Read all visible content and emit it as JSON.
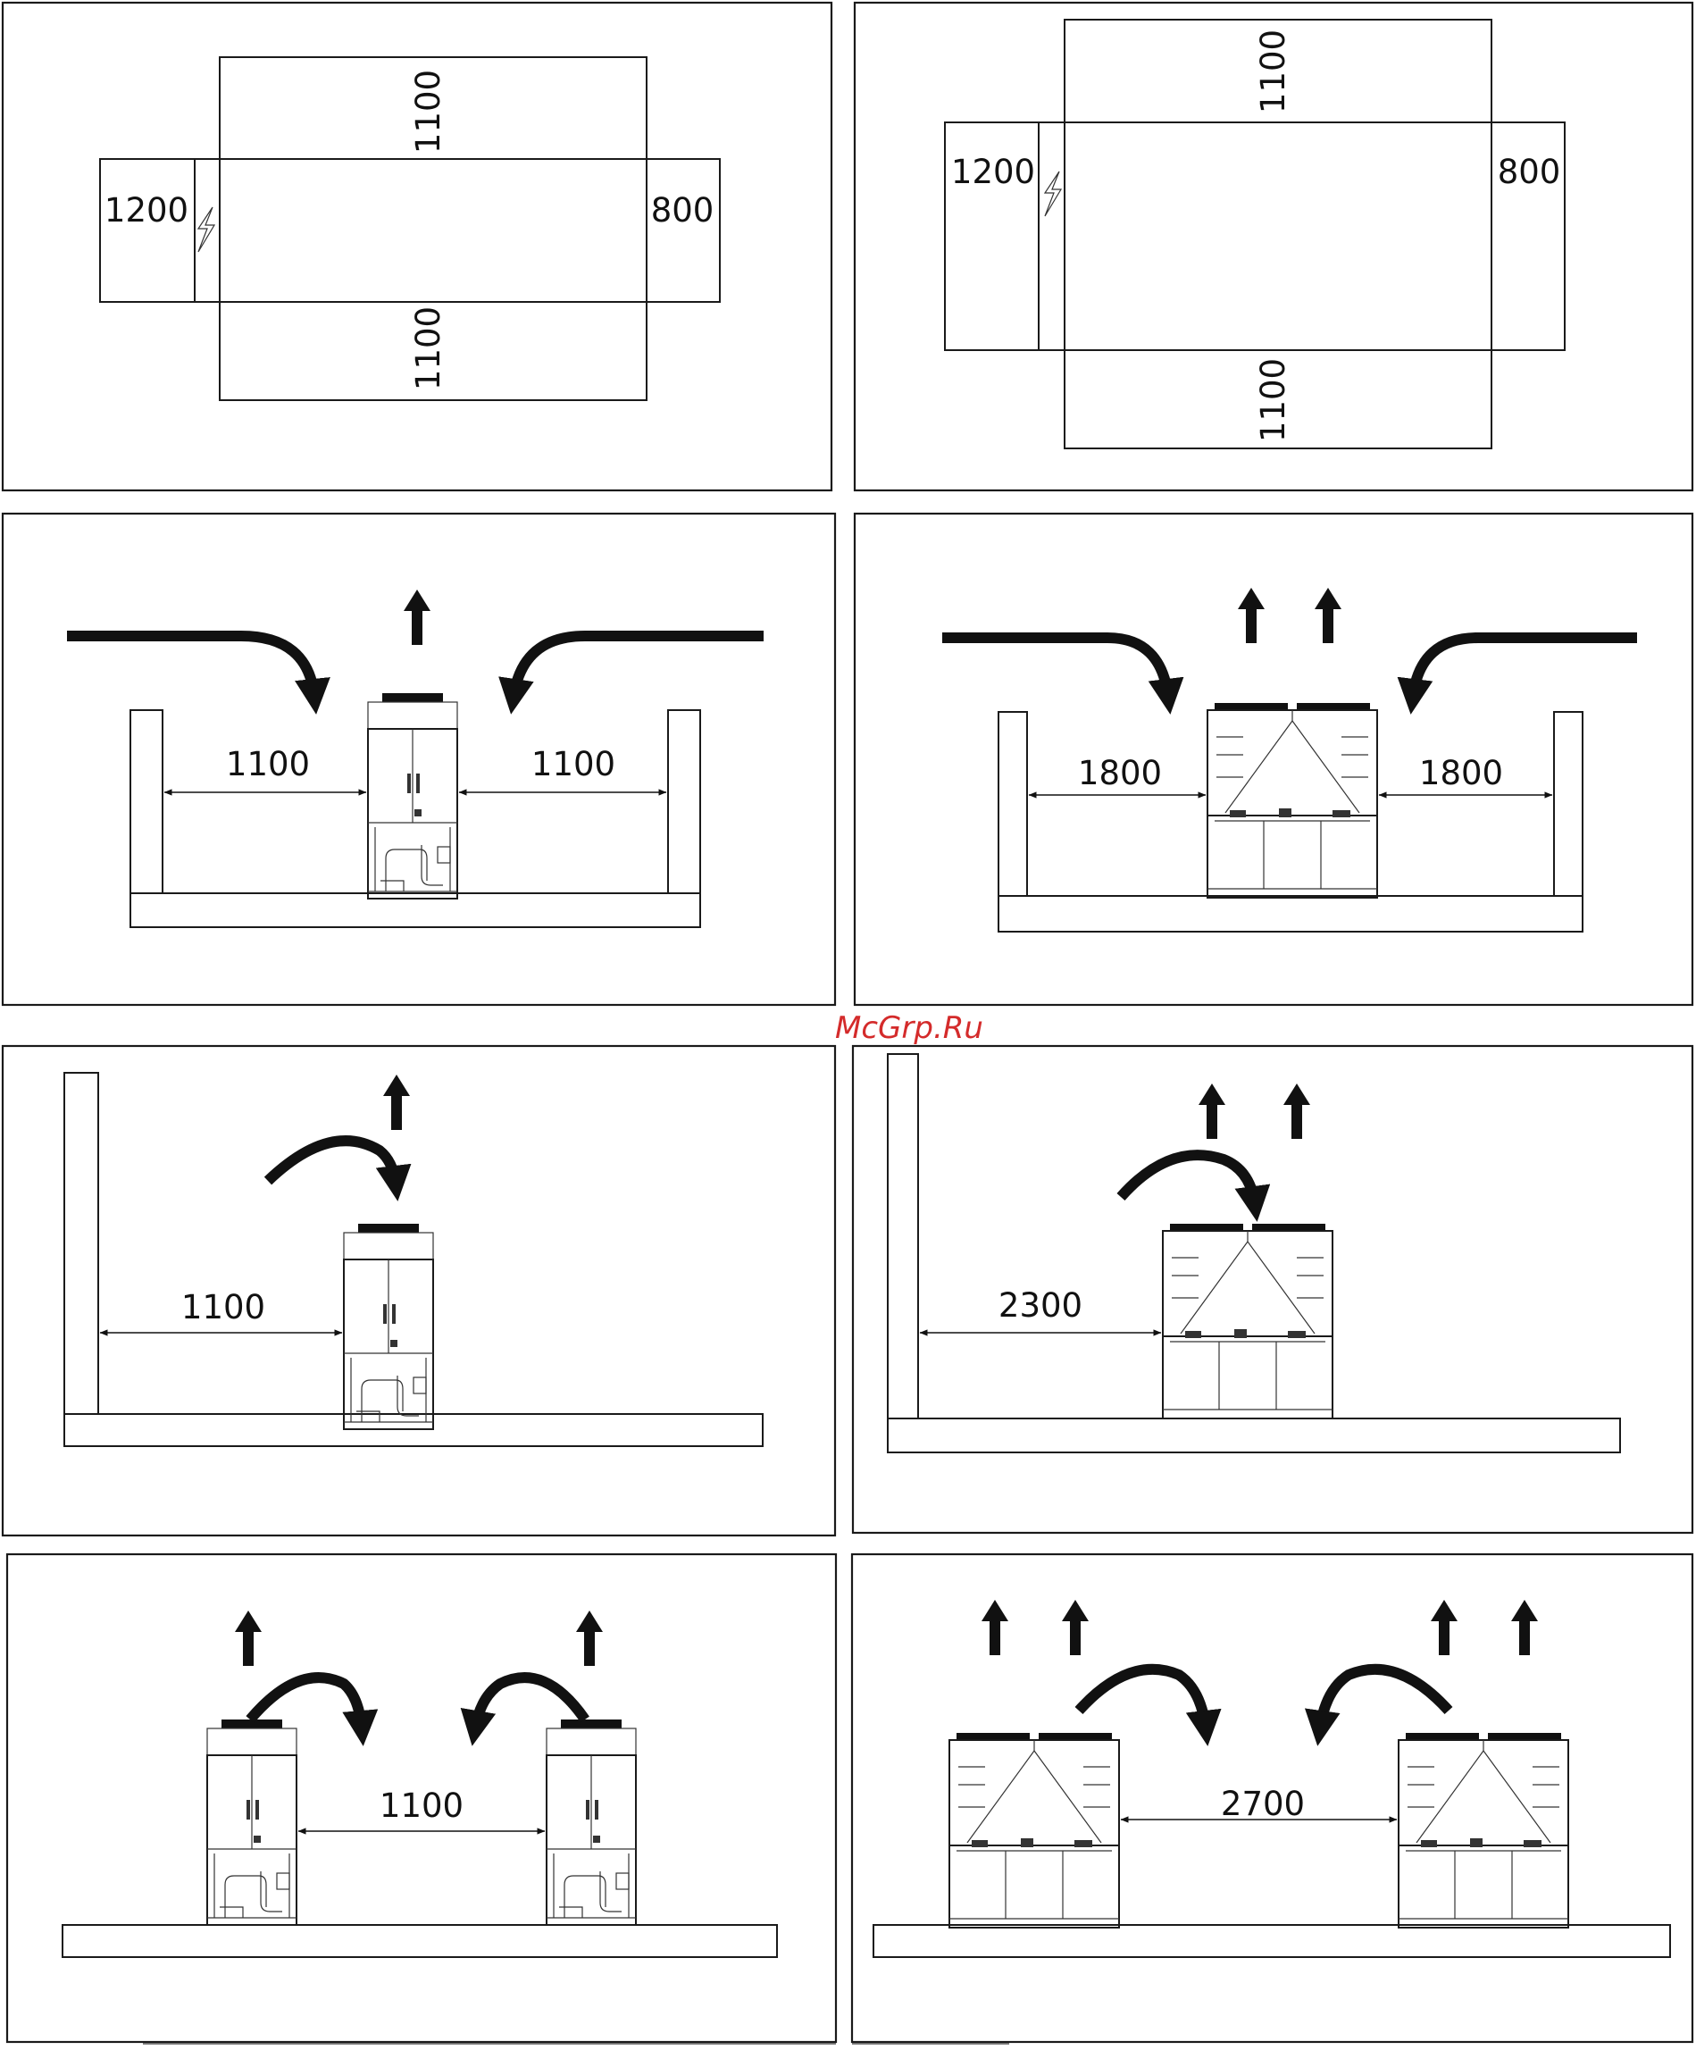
{
  "watermark": "McGrp.Ru",
  "plan_single": {
    "front": "1100",
    "back": "1100",
    "left": "1200",
    "right": "800"
  },
  "plan_double": {
    "front": "1100",
    "back": "1100",
    "left": "1200",
    "right": "800"
  },
  "two_walls_single": {
    "left": "1100",
    "right": "1100"
  },
  "two_walls_double": {
    "left": "1800",
    "right": "1800"
  },
  "one_wall_single": {
    "gap": "1100"
  },
  "one_wall_double": {
    "gap": "2300"
  },
  "two_units_single": {
    "gap": "1100"
  },
  "two_units_double": {
    "gap": "2700"
  },
  "icons": [
    "lightning-icon",
    "airflow-up-arrow-icon",
    "airflow-curved-arrow-icon",
    "dimension-arrow-icon"
  ]
}
